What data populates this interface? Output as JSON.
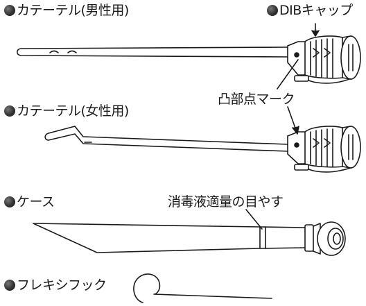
{
  "items": {
    "male_catheter": "カテーテル(男性用)",
    "dib_cap": "DIBキャップ",
    "convex_mark": "凸部点マーク",
    "female_catheter": "カテーテル(女性用)",
    "case": "ケース",
    "disinfectant_level": "消毒液適量の目やす",
    "flex_hook": "フレキシフック"
  },
  "colors": {
    "ink": "#1a1a1a",
    "bullet": "#333333"
  }
}
